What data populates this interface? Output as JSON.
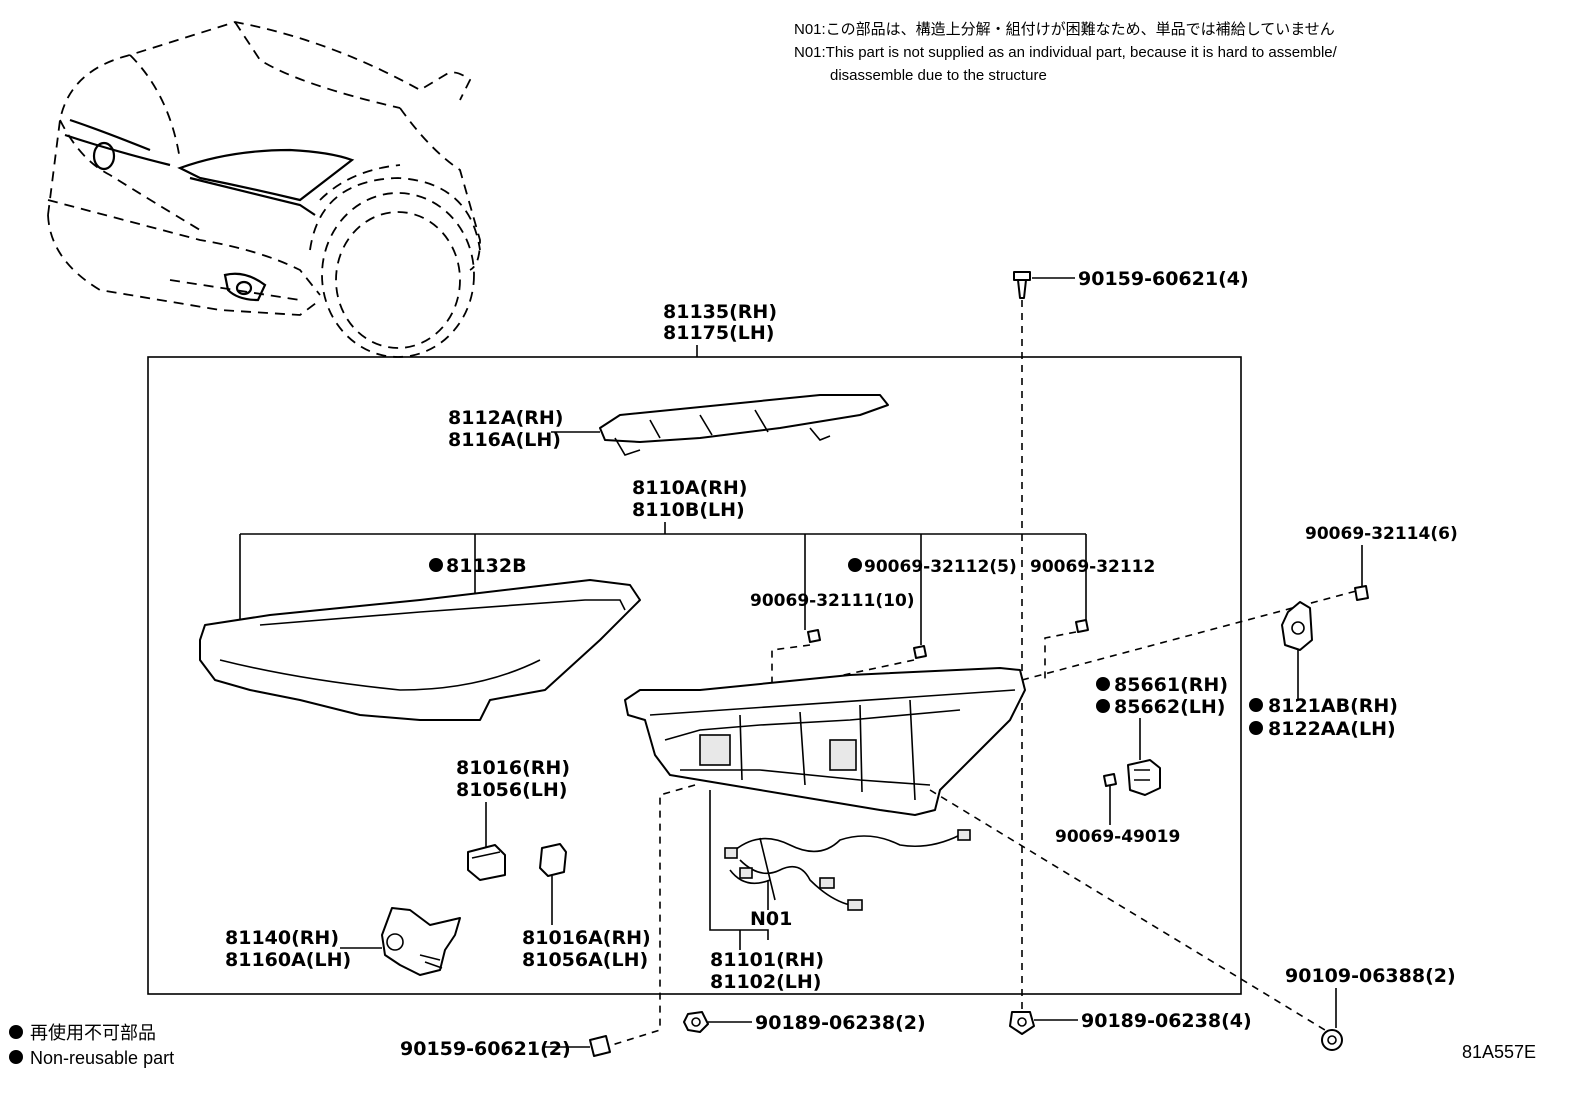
{
  "notes": {
    "jp": "N01:この部品は、構造上分解・組付けが困難なため、単品では補給していません",
    "en_line1": "N01:This part is not supplied as an individual part, because it is hard to assemble/",
    "en_line2": "disassemble due to the structure"
  },
  "parts": {
    "p90159_60621_4": "90159-60621(4)",
    "p81135": "81135(RH)",
    "p81175": "81175(LH)",
    "p8112A": "8112A(RH)",
    "p8116A": "8116A(LH)",
    "p8110A": "8110A(RH)",
    "p8110B": "8110B(LH)",
    "p81132B": "81132B",
    "p90069_32112_5": "90069-32112(5)",
    "p90069_32112": "90069-32112",
    "p90069_32111_10": "90069-32111(10)",
    "p90069_32114_6": "90069-32114(6)",
    "p85661": "85661(RH)",
    "p85662": "85662(LH)",
    "p8121AB": "8121AB(RH)",
    "p8122AA": "8122AA(LH)",
    "p90069_49019": "90069-49019",
    "p81016": "81016(RH)",
    "p81056": "81056(LH)",
    "p81140": "81140(RH)",
    "p81160A": "81160A(LH)",
    "p81016A": "81016A(RH)",
    "p81056A": "81056A(LH)",
    "n01": "N01",
    "p81101": "81101(RH)",
    "p81102": "81102(LH)",
    "p90109_06388_2": "90109-06388(2)",
    "p90189_06238_4": "90189-06238(4)",
    "p90189_06238_2": "90189-06238(2)",
    "p90159_60621_2": "90159-60621(2)"
  },
  "legend": {
    "jp": "再使用不可部品",
    "en": "Non-reusable part"
  },
  "diagram_code": "81A557E"
}
